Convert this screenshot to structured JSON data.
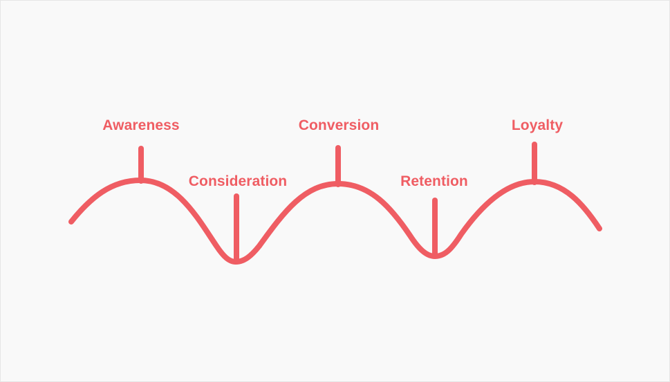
{
  "diagram": {
    "accent_color": "#ef5d63",
    "stages": [
      {
        "label": "Awareness"
      },
      {
        "label": "Consideration"
      },
      {
        "label": "Conversion"
      },
      {
        "label": "Retention"
      },
      {
        "label": "Loyalty"
      }
    ]
  }
}
